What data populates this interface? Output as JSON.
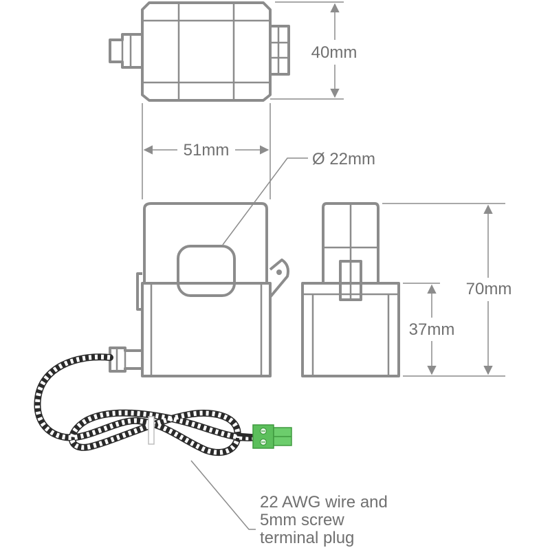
{
  "dimensions": {
    "height_top": "40mm",
    "width": "51mm",
    "aperture": "Ø 22mm",
    "total_height": "70mm",
    "base_height": "37mm"
  },
  "note": {
    "lines": [
      "22 AWG wire and",
      "5mm screw",
      "terminal plug"
    ]
  },
  "colors": {
    "outline": "#8c8c8c",
    "text": "#707070",
    "terminal": "#5cbf5c",
    "wire_dark": "#2a2a2a"
  }
}
